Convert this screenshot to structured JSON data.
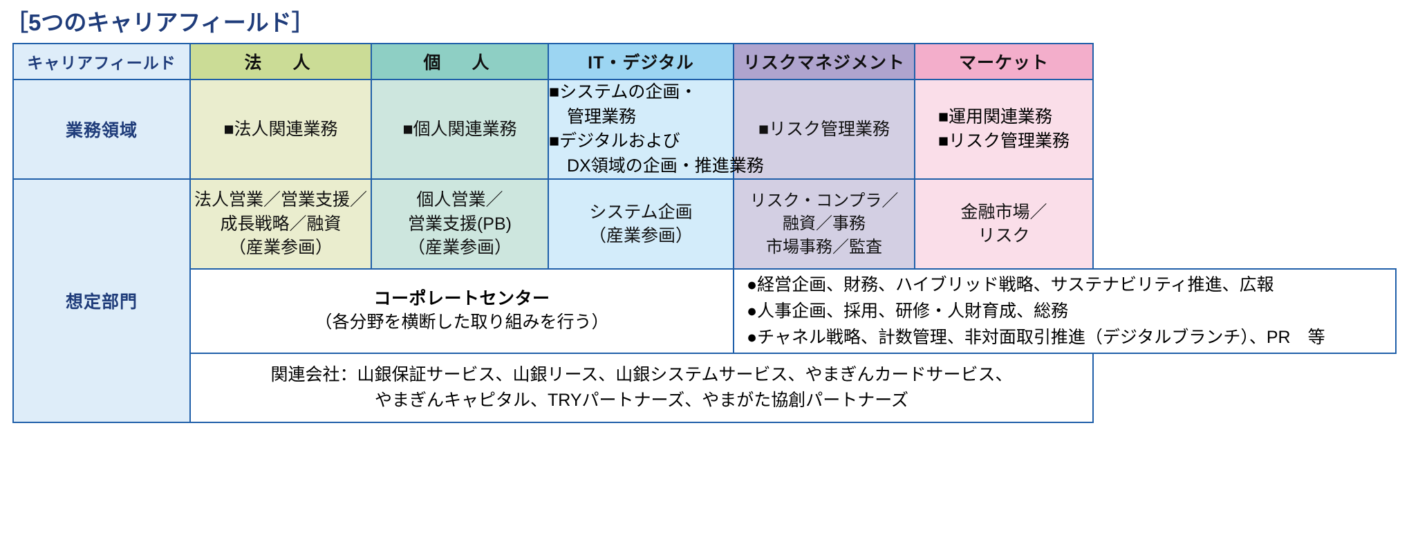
{
  "title": "［5つのキャリアフィールド］",
  "colors": {
    "title_blue": "#1F3C7A",
    "border_blue": "#1F5FA9",
    "header_label_bg": "#DEEDF9",
    "header_houjin_bg": "#CBDC96",
    "header_kojin_bg": "#8ECFC4",
    "header_it_bg": "#9CD5F2",
    "header_risk_bg": "#AFA4CE",
    "header_market_bg": "#F3AECB",
    "body_houjin_bg": "#EAEDCE",
    "body_kojin_bg": "#CDE6DE",
    "body_it_bg": "#D3ECFA",
    "body_risk_bg": "#D3CFE3",
    "body_market_bg": "#FADEE9"
  },
  "table": {
    "header": {
      "label": "キャリアフィールド",
      "fields": [
        "法　人",
        "個　人",
        "IT・デジタル",
        "リスクマネジメント",
        "マーケット"
      ]
    },
    "rows": [
      {
        "label": "業務領域",
        "cells": {
          "houjin": [
            "■法人関連業務"
          ],
          "kojin": [
            "■個人関連業務"
          ],
          "it": [
            "■システムの企画・",
            "管理業務",
            "■デジタルおよび",
            "DX領域の企画・推進業務"
          ],
          "risk": [
            "■リスク管理業務"
          ],
          "market": [
            "■運用関連業務",
            "■リスク管理業務"
          ]
        }
      },
      {
        "label": "想定部門",
        "cells": {
          "houjin": [
            "法人営業／営業支援／",
            "成長戦略／融資",
            "（産業参画）"
          ],
          "kojin": [
            "個人営業／",
            "営業支援(PB)",
            "（産業参画）"
          ],
          "it": [
            "システム企画",
            "（産業参画）"
          ],
          "risk": [
            "リスク・コンプラ／",
            "融資／事務",
            "市場事務／監査"
          ],
          "market": [
            "金融市場／",
            "リスク"
          ]
        }
      }
    ],
    "corporate": {
      "title": "コーポレートセンター",
      "subtitle": "（各分野を横断した取り組みを行う）",
      "bullets": [
        "●経営企画、財務、ハイブリッド戦略、サステナビリティ推進、広報",
        "●人事企画、採用、研修・人財育成、総務",
        "●チャネル戦略、計数管理、非対面取引推進（デジタルブランチ）、PR　等"
      ]
    },
    "affiliates": {
      "line1": "関連会社：山銀保証サービス、山銀リース、山銀システムサービス、やまぎんカードサービス、",
      "line2": "やまぎんキャピタル、TRYパートナーズ、やまがた協創パートナーズ"
    }
  }
}
